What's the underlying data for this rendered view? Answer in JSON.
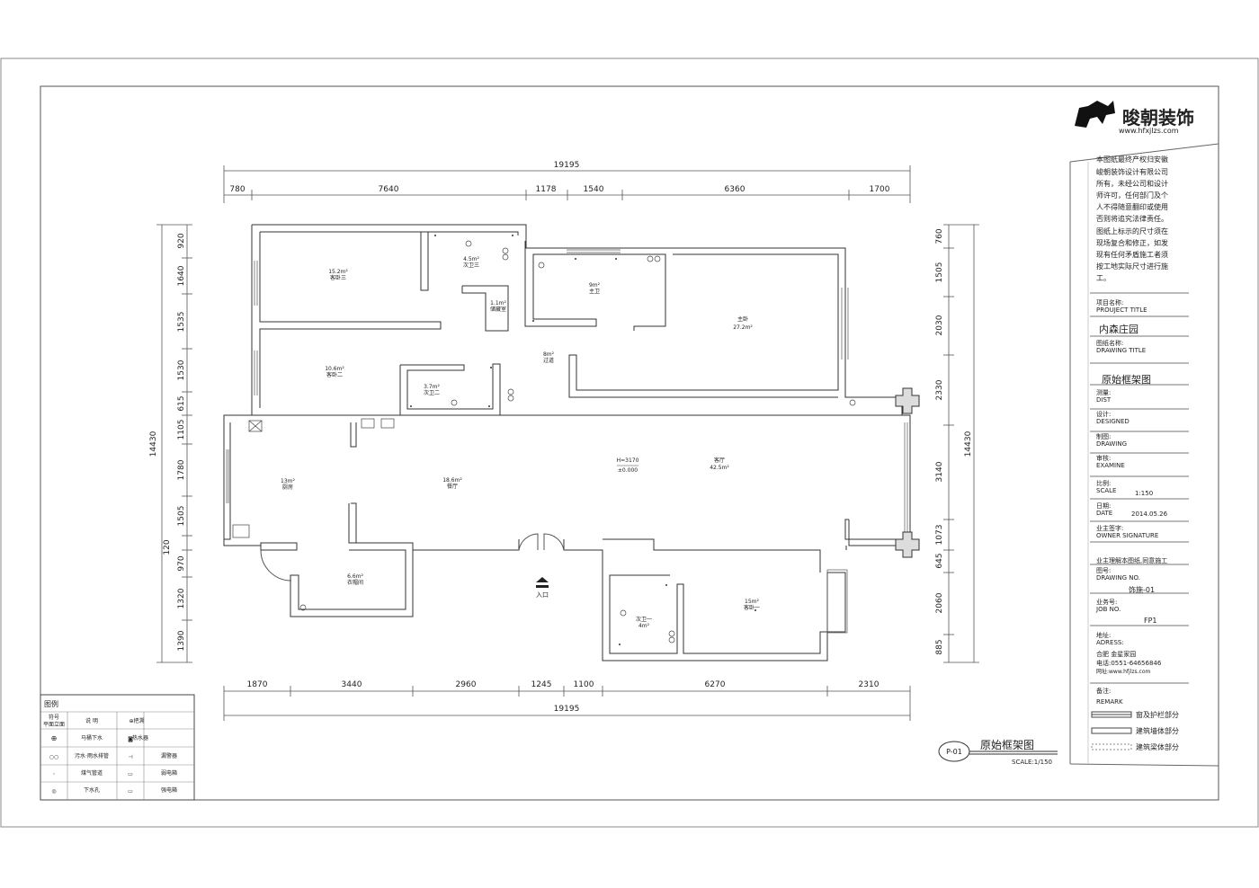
{
  "logo": {
    "brand": "晙朝装饰",
    "url": "www.hfxjlzs.com"
  },
  "notice": [
    "本图纸最终产权归安徽",
    "峻朝装饰设计有限公司",
    "所有，未经公司和设计",
    "师许可，任何部门及个",
    "人不得随意翻印或使用",
    "否则将追究法律责任。",
    "图纸上标示的尺寸须在",
    "现场复合和修正，如发",
    "现有任何矛盾施工者须",
    "按工地实际尺寸进行施",
    "工。"
  ],
  "title_block": {
    "project_label": "项目名称:",
    "project_label_en": "PROUJECT TITLE",
    "project_value": "内森庄园",
    "drawing_label": "图纸名称:",
    "drawing_label_en": "DRAWING TITLE",
    "drawing_value": "原始框架图",
    "survey_label": "测量:",
    "survey_label_en": "DIST",
    "design_label": "设计:",
    "design_label_en": "DESIGNED",
    "draw_label": "制图:",
    "draw_label_en": "DRAWING",
    "review_label": "审核:",
    "review_label_en": "EXAMINE",
    "scale_label": "比例:",
    "scale_label_en": "SCALE",
    "scale_value": "1:150",
    "date_label": "日期:",
    "date_label_en": "DATE",
    "date_value": "2014.05.26",
    "owner_label": "业主签字:",
    "owner_label_en": "OWNER SIGNATURE",
    "owner_note": "业主理解本图纸,同意施工",
    "drawno_label": "图号:",
    "drawno_label_en": "DRAWING NO.",
    "drawno_value": "饰施-01",
    "job_label": "业务号:",
    "job_label_en": "JOB NO.",
    "job_value": "FP1",
    "addr_label": "地址:",
    "addr_label_en": "ADRESS:",
    "addr_value": "合肥 金星家园",
    "tel": "电话:0551-64656846",
    "web": "网址:www.hfjlzs.com",
    "remark_label": "备注:",
    "remark_label_en": "REMARK"
  },
  "remark_legend": [
    "窗及护栏部分",
    "建筑墙体部分",
    "建筑梁体部分"
  ],
  "plan_title": {
    "code": "P-01",
    "name": "原始框架图",
    "scale": "SCALE:1/150"
  },
  "legend": {
    "title": "图例",
    "header": [
      "符号",
      "平面立面",
      "说 明",
      "⊕把溯"
    ],
    "rows": [
      {
        "symbol": "⊕",
        "desc": "马桶下水",
        "symbol2": "◙",
        "desc2": "热水器"
      },
      {
        "symbol": "○○",
        "desc": "污水·雨水排管",
        "symbol2": "⊣",
        "desc2": "漏警器"
      },
      {
        "symbol": "◦",
        "desc": "煤气管道",
        "symbol2": "▭",
        "desc2": "弱电箱"
      },
      {
        "symbol": "◎",
        "desc": "下水孔",
        "symbol2": "▭",
        "desc2": "强电箱"
      }
    ]
  },
  "dimensions": {
    "top_total": "19195",
    "top": [
      "780",
      "7640",
      "1178",
      "1540",
      "6360",
      "1700"
    ],
    "bottom": [
      "1870",
      "3440",
      "2960",
      "1245",
      "1100",
      "6270",
      "2310"
    ],
    "bottom_total": "19195",
    "left": [
      "920",
      "1640",
      "1535",
      "1530",
      "615",
      "1105",
      "1780",
      "1505",
      "120",
      "970",
      "1320",
      "1390"
    ],
    "left_total": "14430",
    "right": [
      "760",
      "1505",
      "2030",
      "2330",
      "3140",
      "1073",
      "645",
      "2060",
      "885"
    ],
    "right_total": "14430"
  },
  "rooms": [
    {
      "area": "15.2m²",
      "name": "客卧三"
    },
    {
      "area": "4.5m²",
      "name": "次卫三"
    },
    {
      "area": "1.1m²",
      "name": "储藏室"
    },
    {
      "area": "9m²",
      "name": "主卫"
    },
    {
      "area": "主卧",
      "name": "27.2m²"
    },
    {
      "area": "10.6m²",
      "name": "客卧二"
    },
    {
      "area": "3.7m²",
      "name": "次卫二"
    },
    {
      "area": "8m²",
      "name": "过道"
    },
    {
      "area": "H=3170",
      "name": "±0.000"
    },
    {
      "area": "客厅",
      "name": "42.5m²"
    },
    {
      "area": "13m²",
      "name": "厨房"
    },
    {
      "area": "18.6m²",
      "name": "餐厅"
    },
    {
      "area": "6.6m²",
      "name": "衣帽间"
    },
    {
      "area": "15m²",
      "name": "客卧一"
    },
    {
      "area": "次卫一",
      "name": "4m²"
    }
  ],
  "entrance": "入口"
}
